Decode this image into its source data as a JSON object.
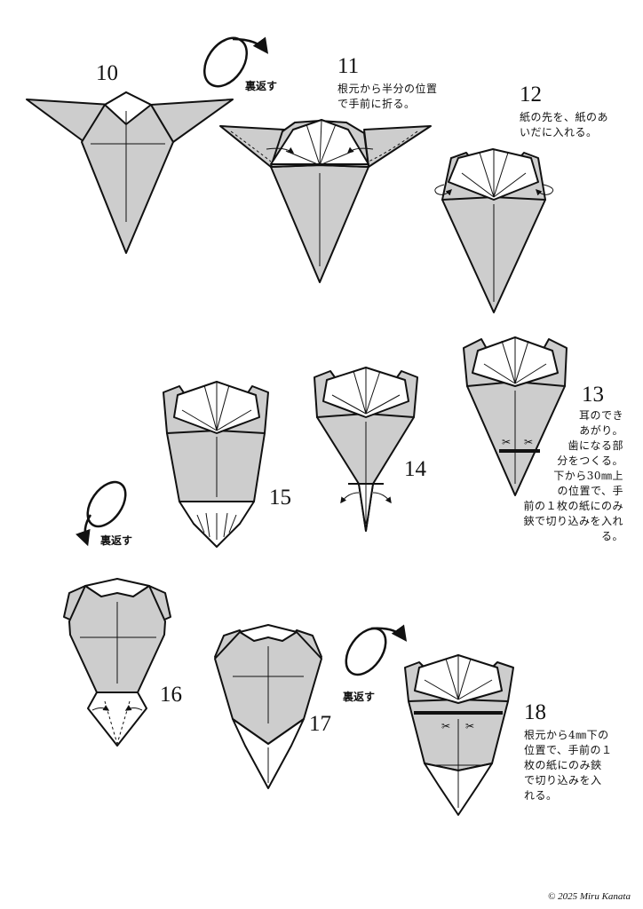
{
  "steps": {
    "s10": {
      "number": "10"
    },
    "s11": {
      "number": "11",
      "text": "根元から半分の位置\nで手前に折る。"
    },
    "s12": {
      "number": "12",
      "text": "紙の先を、紙のあ\nいだに入れる。"
    },
    "s13": {
      "number": "13",
      "text": "耳のでき\nあがり。\n歯になる部\n分をつくる。\n下から30㎜上\nの位置で、手\n前の１枚の紙にのみ\n鋏で切り込みを入れ\nる。"
    },
    "s14": {
      "number": "14"
    },
    "s15": {
      "number": "15"
    },
    "s16": {
      "number": "16"
    },
    "s17": {
      "number": "17"
    },
    "s18": {
      "number": "18",
      "text": "根元から4㎜下の\n位置で、手前の１\n枚の紙にのみ鋏\nで切り込みを入\nれる。"
    }
  },
  "flip_labels": {
    "a": "裏返す",
    "b": "裏返す",
    "c": "裏返す"
  },
  "copyright": "© 2025 Miru Kanata",
  "colors": {
    "fill": "#cdcdcd",
    "line": "#111111",
    "paper": "#ffffff"
  }
}
